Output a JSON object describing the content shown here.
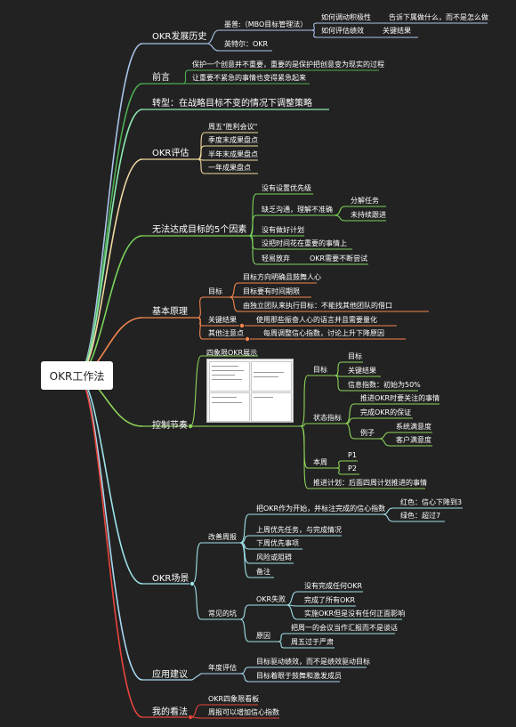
{
  "root": "OKR工作法",
  "branches": [
    {
      "id": "b1",
      "label": "OKR发展历史",
      "color": "#a9c4ea",
      "children": [
        {
          "label": "墨普:（MBO目标管理法）",
          "children": [
            {
              "label": "如何调动积极性",
              "children": [
                {
                  "label": "告诉下属做什么，而不是怎么做"
                }
              ]
            },
            {
              "label": "如何评估绩效",
              "children": [
                {
                  "label": "关键结果"
                }
              ]
            }
          ]
        },
        {
          "label": "英特尔：OKR"
        }
      ]
    },
    {
      "id": "b2",
      "label": "前言",
      "color": "#4caf50",
      "children": [
        {
          "label": "保护一个创意并不重要，重要的是保护把创意变为现实的过程"
        },
        {
          "label": "让重要不紧急的事情也变得紧急起来"
        }
      ]
    },
    {
      "id": "b3",
      "label": "转型：在战略目标不变的情况下调整策略",
      "color": "#8ee8b0",
      "children": []
    },
    {
      "id": "b4",
      "label": "OKR评估",
      "color": "#f2d9a0",
      "children": [
        {
          "label": "周五\"胜利会议\""
        },
        {
          "label": "季度末成果盘点"
        },
        {
          "label": "半年末成果盘点"
        },
        {
          "label": "一年成果盘点"
        }
      ]
    },
    {
      "id": "b5",
      "label": "无法达成目标的5个因素",
      "color": "#7bd45a",
      "children": [
        {
          "label": "没有设置优先级"
        },
        {
          "label": "缺乏沟通，理解不准确",
          "children": [
            {
              "label": "分解任务"
            },
            {
              "label": "未持续跟进"
            }
          ]
        },
        {
          "label": "没有做好计划"
        },
        {
          "label": "没把时间花在重要的事情上"
        },
        {
          "label": "轻易放弃",
          "children": [
            {
              "label": "OKR需要不断尝试"
            }
          ]
        }
      ]
    },
    {
      "id": "b6",
      "label": "基本原理",
      "color": "#f5874f",
      "children": [
        {
          "label": "目标",
          "children": [
            {
              "label": "目标方向明确且鼓舞人心"
            },
            {
              "label": "目标要有时间期限"
            },
            {
              "label": "由独立团队来执行目标：不能找其他团队的借口"
            }
          ]
        },
        {
          "label": "关键结果",
          "children": [
            {
              "label": "使用那些振奋人心的语言并且需要量化"
            }
          ]
        },
        {
          "label": "其他注意点",
          "children": [
            {
              "label": "每周调整信心指数，讨论上升下降原因"
            }
          ]
        }
      ]
    },
    {
      "id": "b7",
      "label": "控制节奏",
      "color": "#8ed45a",
      "children": [
        {
          "label": "四象限OKR展示"
        },
        {
          "label": "目标",
          "children": [
            {
              "label": "目标"
            },
            {
              "label": "关键结果"
            },
            {
              "label": "信息指数：初始为50%"
            }
          ]
        },
        {
          "label": "状态指标",
          "children": [
            {
              "label": "推进OKR时要关注的事情"
            },
            {
              "label": "完成OKR的保证"
            },
            {
              "label": "例子",
              "children": [
                {
                  "label": "系统满意度"
                },
                {
                  "label": "客户满意度"
                }
              ]
            }
          ]
        },
        {
          "label": "本周",
          "children": [
            {
              "label": "P1"
            },
            {
              "label": "P2"
            }
          ]
        },
        {
          "label": "推进计划：后面四周计划推进的事情"
        }
      ]
    },
    {
      "id": "b8",
      "label": "OKR场景",
      "color": "#9fe3ea",
      "children": [
        {
          "label": "改善周报",
          "children": [
            {
              "label": "把OKR作为开始，并标注完成的信心指数",
              "children": [
                {
                  "label": "红色：信心下降到3"
                },
                {
                  "label": "绿色：超过7"
                }
              ]
            },
            {
              "label": "上周优先任务，与完成情况"
            },
            {
              "label": "下周优先事项"
            },
            {
              "label": "风险或阻碍"
            },
            {
              "label": "备注"
            }
          ]
        },
        {
          "label": "常见的坑",
          "children": [
            {
              "label": "OKR失败",
              "children": [
                {
                  "label": "没有完成任何OKR"
                },
                {
                  "label": "完成了所有OKR"
                },
                {
                  "label": "实施OKR但是没有任何正面影响"
                }
              ]
            },
            {
              "label": "原因",
              "children": [
                {
                  "label": "把周一的会议当作汇报而不是谈话"
                },
                {
                  "label": "周五过于严肃"
                }
              ]
            }
          ]
        }
      ]
    },
    {
      "id": "b9",
      "label": "应用建议",
      "color": "#a8d8f0",
      "children": [
        {
          "label": "年度评估",
          "children": [
            {
              "label": "目标驱动绩效，而不是绩效驱动目标"
            },
            {
              "label": "目标着眼于鼓舞和激发成员"
            }
          ]
        }
      ]
    },
    {
      "id": "b10",
      "label": "我的看法",
      "color": "#e8453c",
      "children": [
        {
          "label": "OKR四象限看板"
        },
        {
          "label": "周报可以增加信心指数"
        }
      ]
    }
  ]
}
